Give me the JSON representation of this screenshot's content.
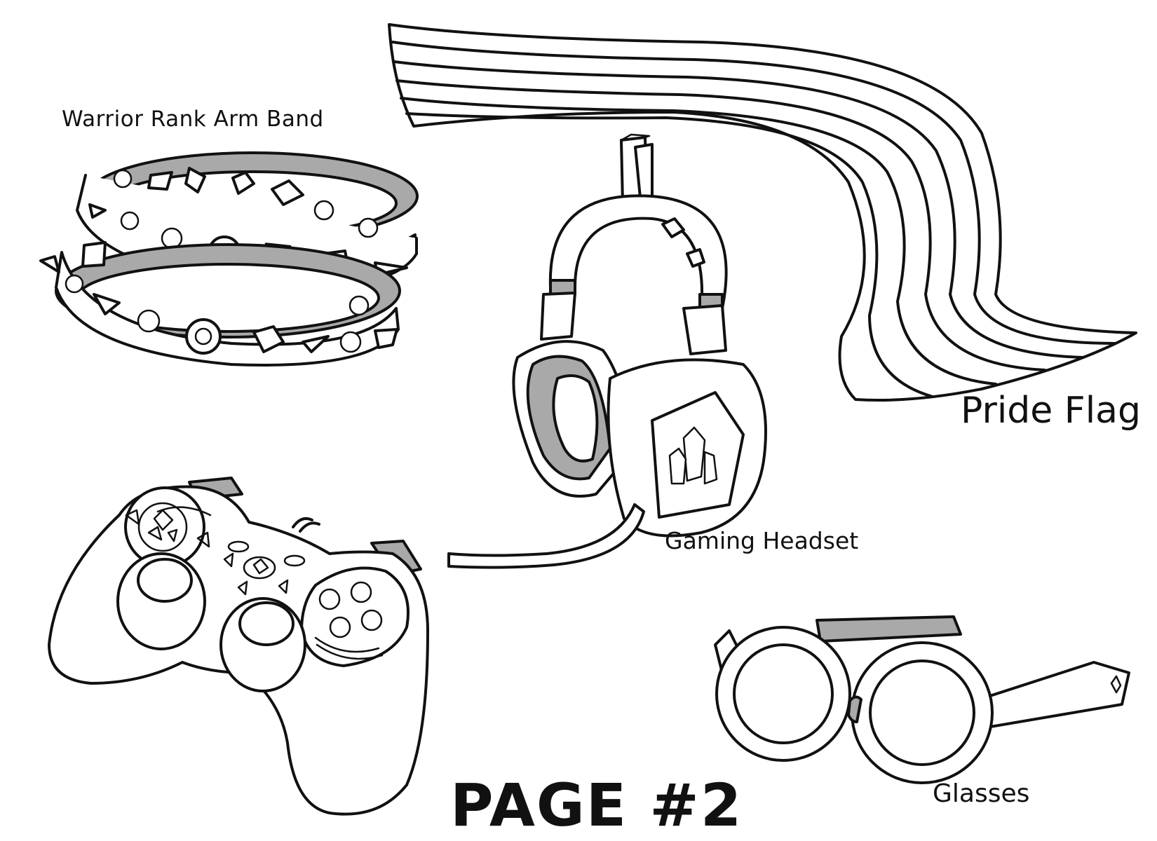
{
  "labels": {
    "arm_band": "Warrior Rank Arm Band",
    "pride_flag": "Pride Flag",
    "gaming_headset": "Gaming Headset",
    "glasses": "Glasses",
    "page_number": "PAGE #2"
  },
  "colors": {
    "ink": "#111111",
    "shade": "#a9a9a9",
    "paper": "#ffffff"
  },
  "items": [
    "arm-band",
    "pride-flag",
    "gaming-headset",
    "game-controller",
    "glasses"
  ]
}
